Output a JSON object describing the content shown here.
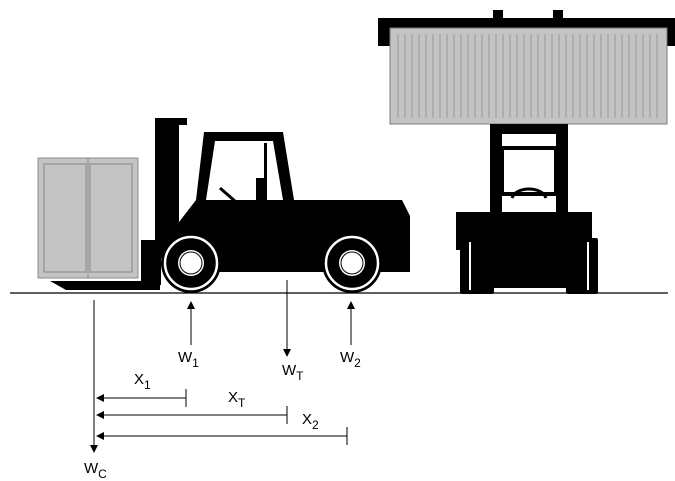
{
  "colors": {
    "vehicle": "#000000",
    "container": "#c4c4c4",
    "container_ribs": "#9a9a9a",
    "crate": "#c4c4c4",
    "wheel_hub": "#ffffff",
    "lines": "#000000"
  },
  "icons": {
    "side_view": "forklift-side-icon",
    "front_view": "forklift-front-icon",
    "load_side": "crate-icon",
    "load_front": "shipping-container-icon"
  },
  "labels": {
    "w1": {
      "main": "W",
      "sub": "1"
    },
    "wt": {
      "main": "W",
      "sub": "T"
    },
    "w2": {
      "main": "W",
      "sub": "2"
    },
    "wc": {
      "main": "W",
      "sub": "C"
    },
    "x1": {
      "main": "X",
      "sub": "1"
    },
    "xt": {
      "main": "X",
      "sub": "T"
    },
    "x2": {
      "main": "X",
      "sub": "2"
    }
  }
}
